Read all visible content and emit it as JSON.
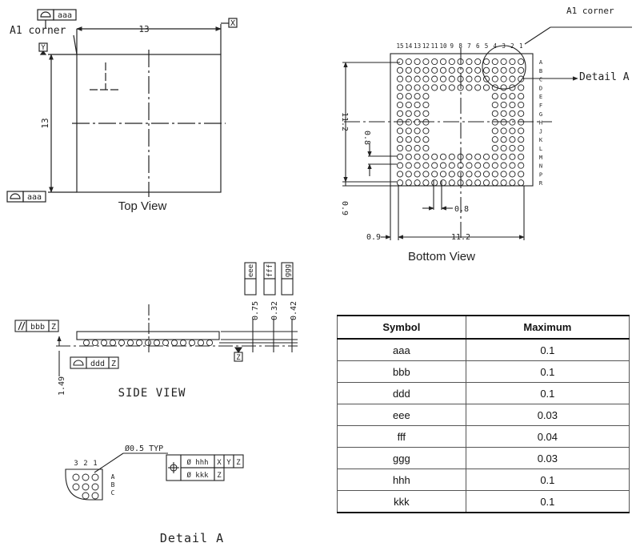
{
  "top_view": {
    "title": "Top View",
    "a1_label": "A1 corner",
    "dim_width": "13",
    "dim_height": "13",
    "datum_x": "X",
    "datum_y": "Y",
    "fcf_top_tol": "aaa",
    "fcf_bottom_tol": "aaa"
  },
  "bottom_view": {
    "title": "Bottom View",
    "a1_label": "A1 corner",
    "detail_label": "Detail A",
    "column_labels": [
      "15",
      "14",
      "13",
      "12",
      "11",
      "10",
      "9",
      "8",
      "7",
      "6",
      "5",
      "4",
      "3",
      "2",
      "1"
    ],
    "row_labels": [
      "A",
      "B",
      "C",
      "D",
      "E",
      "F",
      "G",
      "H",
      "J",
      "K",
      "L",
      "M",
      "N",
      "P",
      "R"
    ],
    "dim_height": "11.2",
    "dim_width": "11.2",
    "dim_pitch_left": "0.8",
    "dim_pitch_bottom": "0.8",
    "dim_edge_left": "0.9",
    "dim_edge_bottom": "0.9"
  },
  "side_view": {
    "title": "SIDE VIEW",
    "fcf_parallel_tol": "bbb",
    "fcf_parallel_datum": "Z",
    "fcf_flat_tol": "ddd",
    "fcf_flat_datum": "Z",
    "datum_z": "Z",
    "dim_total": "1.49",
    "dim_a": "0.75",
    "dim_b": "0.32",
    "dim_c": "0.42",
    "profile_tols": [
      "eee",
      "fff",
      "ggg"
    ]
  },
  "detail_a": {
    "title": "Detail A",
    "ball_dia": "Ø0.5 TYP",
    "col_labels": [
      "3",
      "2",
      "1"
    ],
    "row_labels": [
      "A",
      "B",
      "C"
    ],
    "fcf_row1": [
      "Ø hhh",
      "X",
      "Y",
      "Z"
    ],
    "fcf_row2": [
      "Ø kkk",
      "Z"
    ]
  },
  "tolerance_table": {
    "headers": [
      "Symbol",
      "Maximum"
    ],
    "rows": [
      {
        "symbol": "aaa",
        "max": "0.1"
      },
      {
        "symbol": "bbb",
        "max": "0.1"
      },
      {
        "symbol": "ddd",
        "max": "0.1"
      },
      {
        "symbol": "eee",
        "max": "0.03"
      },
      {
        "symbol": "fff",
        "max": "0.04"
      },
      {
        "symbol": "ggg",
        "max": "0.03"
      },
      {
        "symbol": "hhh",
        "max": "0.1"
      },
      {
        "symbol": "kkk",
        "max": "0.1"
      }
    ]
  }
}
